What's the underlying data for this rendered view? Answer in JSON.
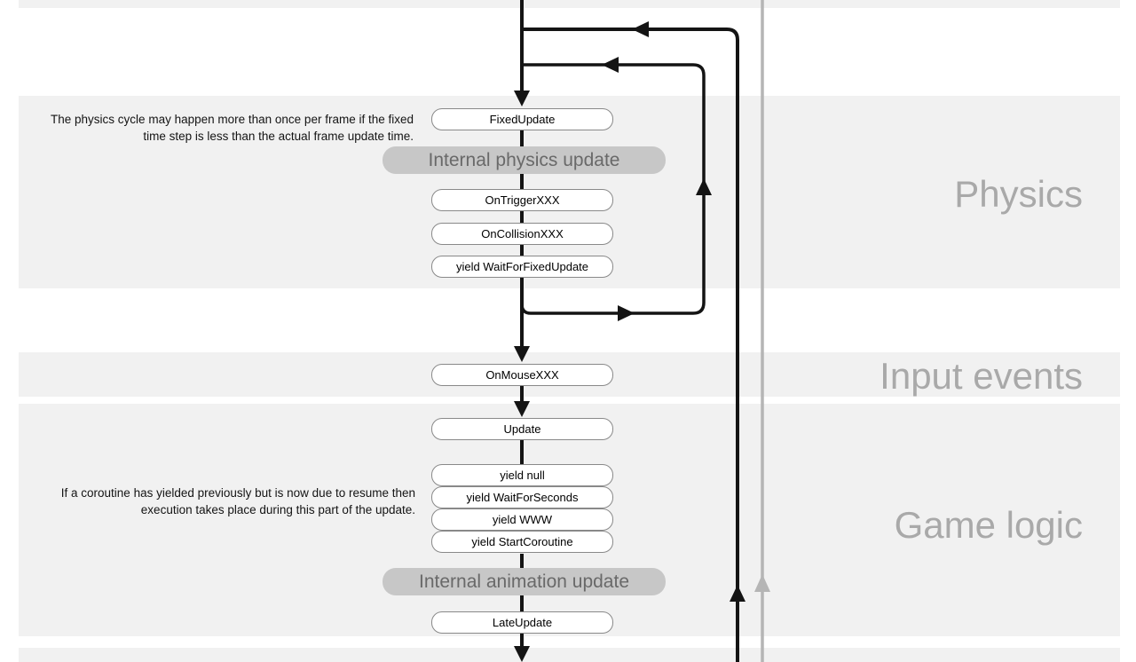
{
  "side_labels": {
    "physics": "Physics",
    "input_events": "Input events",
    "game_logic": "Game logic"
  },
  "notes": {
    "physics": "The physics cycle may happen more than once per frame if the fixed time step is less than the actual frame update time.",
    "coroutine": "If a coroutine has yielded previously but is now due to resume then execution takes place during this part of the update."
  },
  "nodes": {
    "fixed_update": "FixedUpdate",
    "internal_physics_update": "Internal physics update",
    "on_trigger": "OnTriggerXXX",
    "on_collision": "OnCollisionXXX",
    "yield_wait_for_fixed_update": "yield WaitForFixedUpdate",
    "on_mouse": "OnMouseXXX",
    "update": "Update",
    "yield_null": "yield null",
    "yield_wait_for_seconds": "yield WaitForSeconds",
    "yield_www": "yield WWW",
    "yield_start_coroutine": "yield StartCoroutine",
    "internal_animation_update": "Internal animation update",
    "late_update": "LateUpdate"
  },
  "colors": {
    "band_bg": "#f1f1f1",
    "node_border": "#898989",
    "pill_bg": "#c7c7c7",
    "pill_text": "#696969",
    "side_label_text": "#a9a9a9",
    "flow_line_black": "#141414",
    "flow_line_gray": "#b5b5b5"
  }
}
